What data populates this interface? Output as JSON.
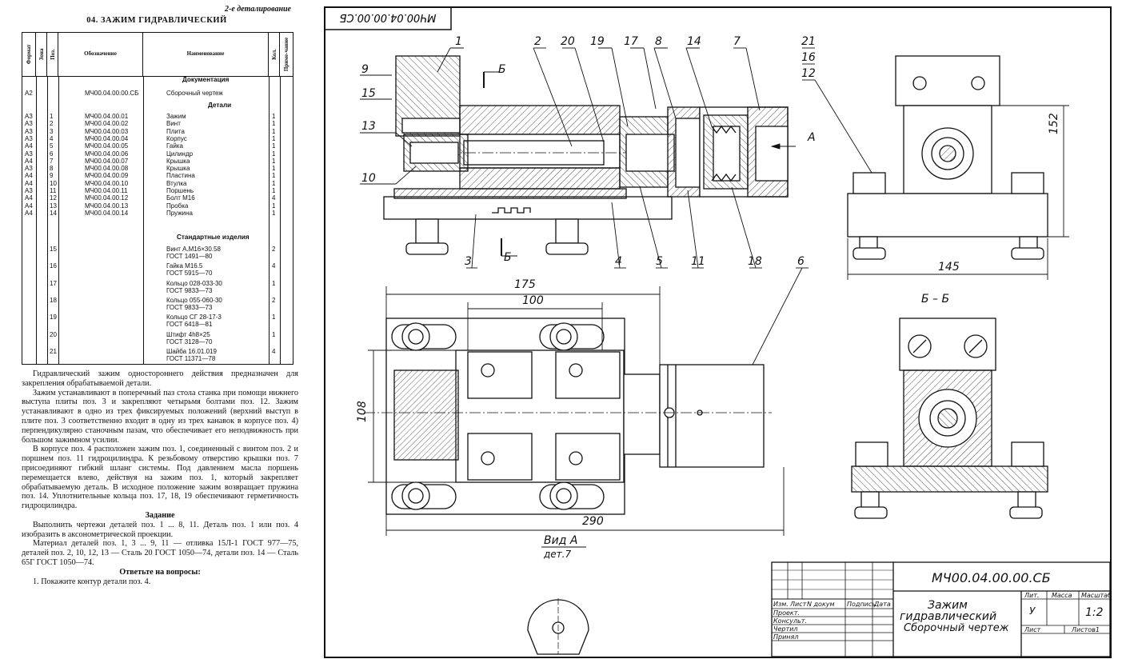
{
  "page_header": "2-е деталирование",
  "title": "04. ЗАЖИМ ГИДРАВЛИЧЕСКИЙ",
  "spec_headers": [
    "Формат",
    "Зона",
    "Поз.",
    "Обозначение",
    "Наименование",
    "Кол.",
    "Приме-чание"
  ],
  "section_docs": "Документация",
  "doc_row": {
    "format": "А2",
    "designation": "МЧ00.04.00.00.СБ",
    "name": "Сборочный чертеж"
  },
  "section_parts": "Детали",
  "parts": [
    {
      "format": "А3",
      "pos": "1",
      "designation": "МЧ00.04.00.01",
      "name": "Зажим",
      "qty": "1"
    },
    {
      "format": "А3",
      "pos": "2",
      "designation": "МЧ00.04.00.02",
      "name": "Винт",
      "qty": "1"
    },
    {
      "format": "А3",
      "pos": "3",
      "designation": "МЧ00.04.00.03",
      "name": "Плита",
      "qty": "1"
    },
    {
      "format": "А3",
      "pos": "4",
      "designation": "МЧ00.04.00.04",
      "name": "Корпус",
      "qty": "1"
    },
    {
      "format": "А4",
      "pos": "5",
      "designation": "МЧ00.04.00.05",
      "name": "Гайка",
      "qty": "1"
    },
    {
      "format": "А3",
      "pos": "6",
      "designation": "МЧ00.04.00.06",
      "name": "Цилиндр",
      "qty": "1"
    },
    {
      "format": "А4",
      "pos": "7",
      "designation": "МЧ00.04.00.07",
      "name": "Крышка",
      "qty": "1"
    },
    {
      "format": "А3",
      "pos": "8",
      "designation": "МЧ00.04.00.08",
      "name": "Крышка",
      "qty": "1"
    },
    {
      "format": "А4",
      "pos": "9",
      "designation": "МЧ00.04.00.09",
      "name": "Пластина",
      "qty": "1"
    },
    {
      "format": "А4",
      "pos": "10",
      "designation": "МЧ00.04.00.10",
      "name": "Втулка",
      "qty": "1"
    },
    {
      "format": "А3",
      "pos": "11",
      "designation": "МЧ00.04.00.11",
      "name": "Поршень",
      "qty": "1"
    },
    {
      "format": "А4",
      "pos": "12",
      "designation": "МЧ00.04.00.12",
      "name": "Болт М16",
      "qty": "4"
    },
    {
      "format": "А4",
      "pos": "13",
      "designation": "МЧ00.04.00.13",
      "name": "Пробка",
      "qty": "1"
    },
    {
      "format": "А4",
      "pos": "14",
      "designation": "МЧ00.04.00.14",
      "name": "Пружина",
      "qty": "1"
    }
  ],
  "section_std": "Стандартные изделия",
  "std": [
    {
      "pos": "15",
      "l1": "Винт А.М16×30.58",
      "l2": "ГОСТ 1491—80",
      "qty": "2"
    },
    {
      "pos": "16",
      "l1": "Гайка М16.5",
      "l2": "ГОСТ 5915—70",
      "qty": "4"
    },
    {
      "pos": "17",
      "l1": "Кольцо 028-033-30",
      "l2": "ГОСТ 9833—73",
      "qty": "1"
    },
    {
      "pos": "18",
      "l1": "Кольцо 055-060-30",
      "l2": "ГОСТ 9833—73",
      "qty": "2"
    },
    {
      "pos": "19",
      "l1": "Кольцо СГ 28-17-3",
      "l2": "ГОСТ 6418—81",
      "qty": "1"
    },
    {
      "pos": "20",
      "l1": "Штифт 4h8×25",
      "l2": "ГОСТ 3128—70",
      "qty": "1"
    },
    {
      "pos": "21",
      "l1": "Шайба 16.01.019",
      "l2": "ГОСТ 11371—78",
      "qty": "4"
    }
  ],
  "description": [
    "Гидравлический зажим одностороннего действия предназначен для закрепления обрабатываемой детали.",
    "Зажим устанавливают в поперечный паз стола станка при помощи нижнего выступа плиты поз. 3 и закрепляют четырьмя болтами поз. 12. Зажим устанавливают в одно из трех фиксируемых положений (верхний выступ в плите поз. 3 соответственно входит в одну из трех канавок в корпусе поз. 4) перпендикулярно станочным пазам, что обеспечивает его неподвижность при большом зажимном усилии.",
    "В корпусе поз. 4 расположен зажим поз. 1, соединенный с винтом поз. 2 и поршнем поз. 11 гидроцилиндра. К резьбовому отверстию крышки поз. 7 присоединяют гибкий шланг системы. Под давлением масла поршень перемещается влево, действуя на зажим поз. 1, который закрепляет обрабатываемую деталь. В исходное положение зажим возвращает пружина поз. 14. Уплотнительные кольца поз. 17, 18, 19 обеспечивают герметичность гидроцилиндра."
  ],
  "task_title": "Задание",
  "task": [
    "Выполнить чертежи деталей поз. 1 ... 8, 11. Деталь поз. 1 или поз. 4 изобразить в аксонометрической проекции.",
    "Материал деталей поз. 1, 3 ... 9, 11 — отливка 15Л-1 ГОСТ 977—75, деталей поз. 2, 10, 12, 13 — Сталь 20 ГОСТ 1050—74, детали поз. 14 — Сталь 65Г ГОСТ 1050—74."
  ],
  "questions_title": "Ответьте на вопросы:",
  "question_1": "1. Покажите контур детали поз. 4.",
  "drawing": {
    "corner_stamp": "МЧ00.04.00.00.СБ",
    "leaders": [
      "1",
      "2",
      "20",
      "19",
      "17",
      "8",
      "14",
      "7",
      "21",
      "16",
      "12",
      "9",
      "15",
      "13",
      "10",
      "3",
      "4",
      "5",
      "11",
      "18",
      "6"
    ],
    "section_mark": "Б",
    "arrow_label": "А",
    "dims": {
      "d175": "175",
      "d100": "100",
      "d108": "108",
      "d290": "290",
      "d152": "152",
      "d145": "145"
    },
    "section_title": "Б – Б",
    "view_title": "Вид А",
    "view_sub": "дет.7",
    "stamp": {
      "code": "МЧ00.04.00.00.СБ",
      "name1": "Зажим",
      "name2": "гидравлический",
      "name3": "Сборочный   чертеж",
      "h_izm": "Изм.",
      "h_list": "Лист",
      "h_doc": "N докум",
      "h_sign": "Подпись",
      "h_date": "Дата",
      "r1": "Проект.",
      "r2": "Консульт.",
      "r3": "Чертил",
      "r4": "Принял",
      "lit": "Лит.",
      "mass": "Масса",
      "scale_h": "Масштаб",
      "lit_v": "У",
      "scale": "1:2",
      "sheet": "Лист",
      "sheets": "Листов1"
    }
  }
}
